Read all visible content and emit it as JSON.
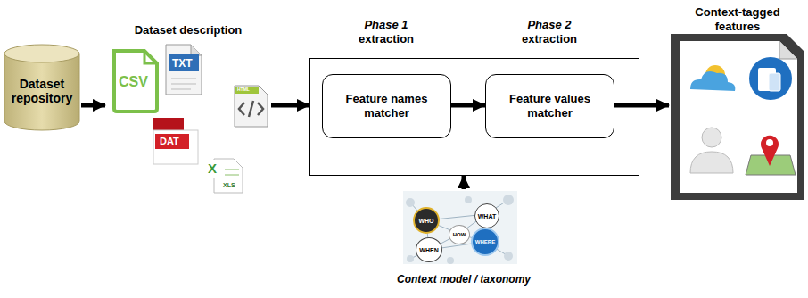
{
  "diagram": {
    "nodes": [
      {
        "text": [
          "Dataset repository"
        ]
      },
      {
        "text": [
          "Dataset description"
        ]
      },
      {
        "text": [
          "Phase 1 extraction",
          "Phase 2 extraction"
        ]
      },
      {
        "text": [
          "Feature names matcher"
        ],
        "in": 2
      },
      {
        "text": [
          "Feature values matcher"
        ],
        "in": 2
      },
      {
        "text": [
          "Context model / taxonomy"
        ]
      },
      {
        "text": [
          "WHO"
        ],
        "in": 5
      },
      {
        "text": [
          "WHAT"
        ],
        "in": 5
      },
      {
        "text": [
          "HOW"
        ],
        "in": 5
      },
      {
        "text": [
          "WHERE"
        ],
        "in": 5
      },
      {
        "text": [
          "WHEN"
        ],
        "in": 5
      },
      {
        "text": [
          "Context-tagged features"
        ]
      }
    ],
    "edges": [
      {
        "from": 0,
        "to": 1,
        "arrow": "to"
      },
      {
        "from": 1,
        "to": 2,
        "arrow": "to"
      },
      {
        "from": 3,
        "to": 4,
        "arrow": "to"
      },
      {
        "from": 5,
        "to": 2,
        "arrow": "to"
      },
      {
        "from": 4,
        "to": 11,
        "arrow": "to"
      }
    ],
    "labels": [
      "CSV",
      "TXT",
      "DAT",
      "X",
      "XLS",
      "HTML"
    ]
  }
}
